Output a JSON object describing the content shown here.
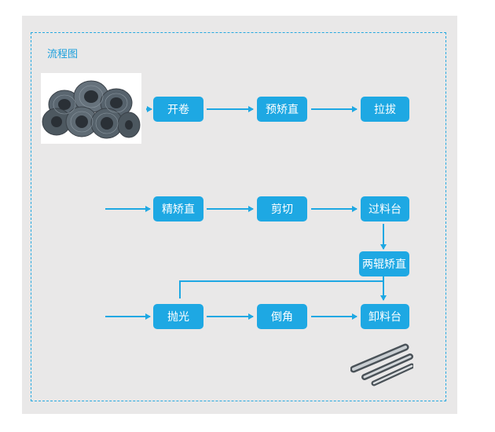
{
  "title": "流程图",
  "nodes": {
    "kaijuan": "开卷",
    "yujiaozhi": "预矫直",
    "laba": "拉拔",
    "jingjiaozhi": "精矫直",
    "jianqie": "剪切",
    "guoliaotai": "过料台",
    "lianggunjiaozhi": "两辊矫直",
    "paoguang": "抛光",
    "daojiao": "倒角",
    "xieliaotai": "卸料台"
  },
  "images": {
    "start": "wire-rod-coils",
    "end": "steel-rods"
  },
  "colors": {
    "accent": "#1ea8e3",
    "panel": "#e9e8e8",
    "frame_border": "#25a8e0"
  }
}
